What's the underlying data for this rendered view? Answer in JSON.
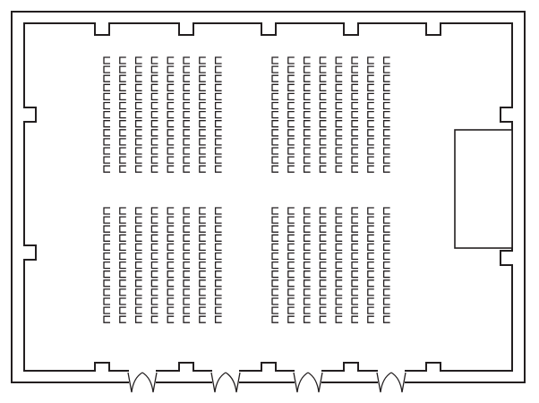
{
  "plan": {
    "description_visible_text": "",
    "colors": {
      "line": "#231f20",
      "background": "#ffffff"
    },
    "seating": {
      "blocks": [
        {
          "name": "front-left",
          "columns": 8,
          "rows": 13
        },
        {
          "name": "front-right",
          "columns": 8,
          "rows": 13
        },
        {
          "name": "rear-left",
          "columns": 8,
          "rows": 13
        },
        {
          "name": "rear-right",
          "columns": 8,
          "rows": 13
        }
      ],
      "chair_orientation": "facing-right"
    },
    "stage": {
      "side": "right"
    },
    "doors": {
      "count": 4,
      "type": "double-swing",
      "wall": "bottom"
    }
  }
}
